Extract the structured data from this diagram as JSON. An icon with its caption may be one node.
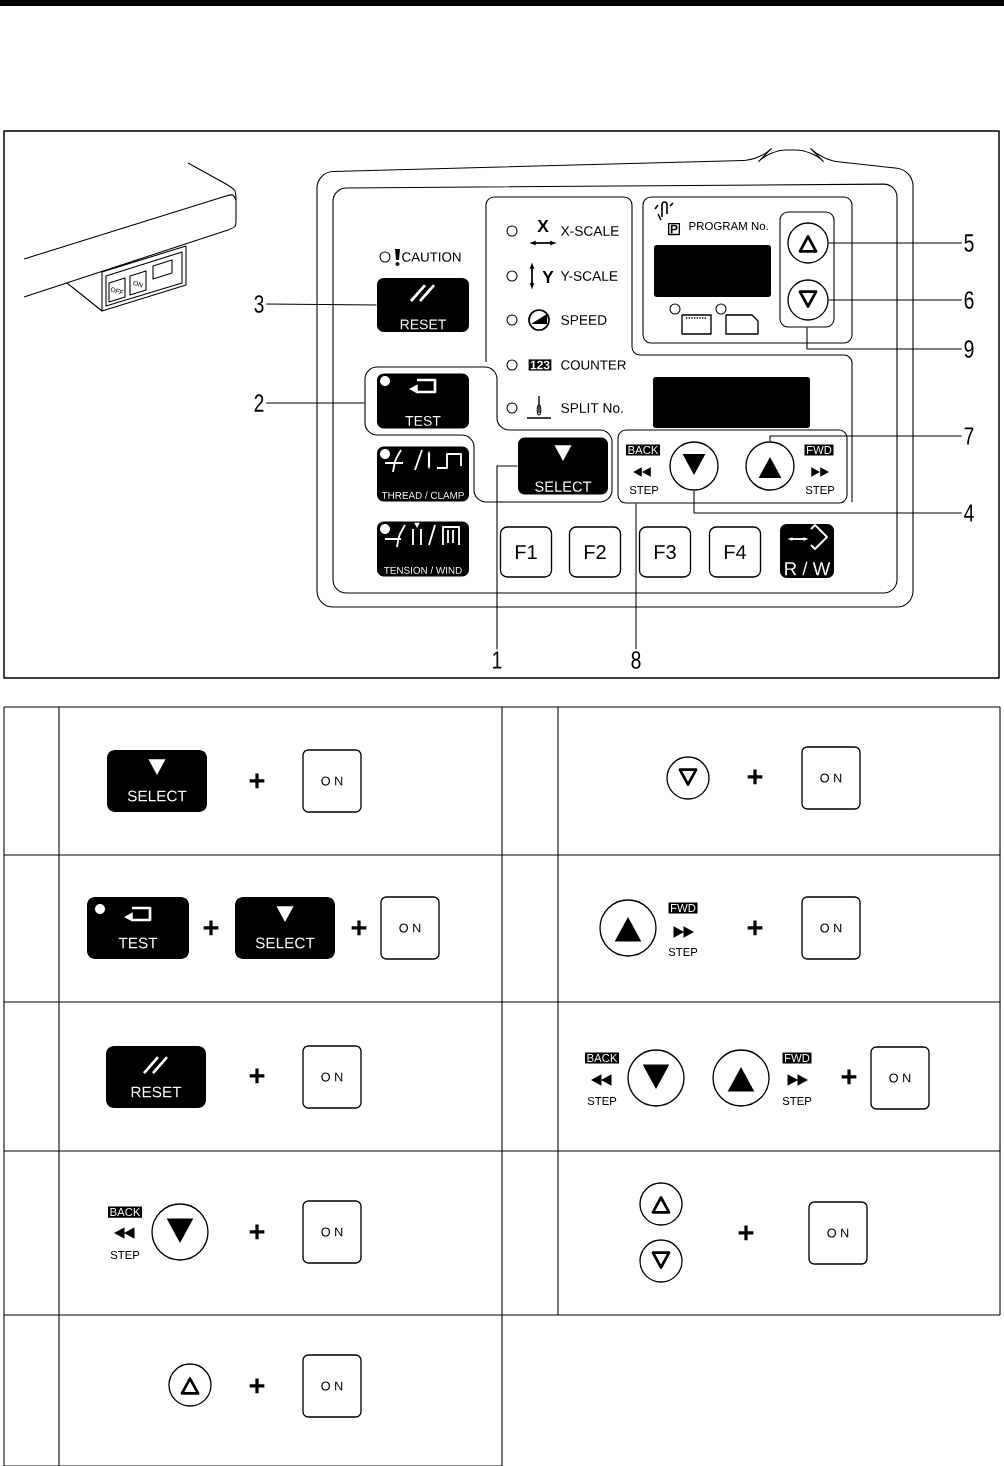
{
  "diagram": {
    "nodes": [
      {
        "text": [
          "RESET"
        ]
      },
      {
        "text": [],
        "shape": "box"
      },
      {
        "text": [
          "TEST"
        ],
        "in": 1
      },
      {
        "text": [
          "SELECT"
        ],
        "in": 1
      },
      {
        "text": [
          "THREAD / CLAMP"
        ]
      },
      {
        "text": [
          "TENSION / WIND"
        ]
      },
      {
        "text": [
          "F1"
        ]
      },
      {
        "text": [
          "F2"
        ]
      },
      {
        "text": [
          "F3"
        ]
      },
      {
        "text": [
          "F4"
        ]
      },
      {
        "text": [
          "R / W"
        ]
      },
      {
        "text": [],
        "shape": "box"
      },
      {
        "text": [],
        "shape": "circle",
        "in": 11
      },
      {
        "text": [],
        "shape": "circle",
        "in": 11
      },
      {
        "text": [],
        "shape": "box"
      },
      {
        "text": [],
        "shape": "circle",
        "in": 14
      },
      {
        "text": [],
        "shape": "circle",
        "in": 14
      },
      {
        "text": [
          "5"
        ]
      },
      {
        "text": [
          "6"
        ]
      },
      {
        "text": [
          "3"
        ]
      },
      {
        "text": [
          "9"
        ]
      },
      {
        "text": [
          "2"
        ]
      },
      {
        "text": [
          "7"
        ]
      },
      {
        "text": [
          "4"
        ]
      },
      {
        "text": [
          "1"
        ]
      },
      {
        "text": [
          "8"
        ]
      },
      {
        "text": [],
        "shape": "circle"
      },
      {
        "text": [],
        "shape": "circle"
      },
      {
        "text": [],
        "shape": "circle"
      },
      {
        "text": [],
        "shape": "circle"
      },
      {
        "text": [],
        "shape": "circle"
      },
      {
        "text": [],
        "shape": "circle"
      },
      {
        "text": [],
        "shape": "circle"
      },
      {
        "text": [],
        "shape": "circle"
      }
    ],
    "edges": [
      {
        "from": 17,
        "to": 12,
        "arrow": "none"
      },
      {
        "from": 18,
        "to": 13,
        "arrow": "none"
      },
      {
        "from": 19,
        "to": 0,
        "arrow": "none"
      },
      {
        "from": 20,
        "to": 11,
        "arrow": "none"
      },
      {
        "from": 21,
        "to": 1,
        "arrow": "none"
      },
      {
        "from": 22,
        "to": 16,
        "arrow": "none"
      },
      {
        "from": 23,
        "to": 15,
        "arrow": "none"
      },
      {
        "from": 24,
        "to": 3,
        "arrow": "none"
      },
      {
        "from": 25,
        "to": 14,
        "arrow": "none"
      }
    ],
    "labels": [
      "OFF",
      "ON",
      "P",
      "PROGRAM No.",
      "X",
      "X-SCALE",
      "CAUTION",
      "Y",
      "Y-SCALE",
      "SPEED",
      "123",
      "COUNTER",
      "SPLIT No.",
      "BACK",
      "FWD",
      "STEP",
      "STEP",
      "SELECT",
      "+",
      "O N",
      "+",
      "O N",
      "TEST",
      "+",
      "SELECT",
      "+",
      "O N",
      "FWD",
      "STEP",
      "+",
      "O N",
      "RESET",
      "+",
      "O N",
      "BACK",
      "STEP",
      "FWD",
      "STEP",
      "+",
      "O N",
      "BACK",
      "STEP",
      "+",
      "O N",
      "+",
      "O N",
      "+",
      "O N"
    ]
  }
}
